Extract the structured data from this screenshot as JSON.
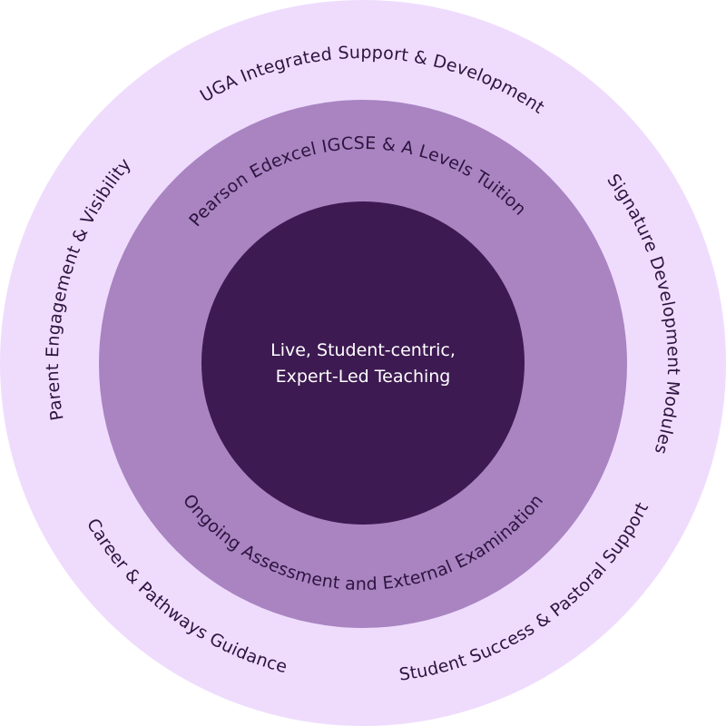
{
  "colors": {
    "outer_ring": "#efdcfd",
    "middle_ring": "#a984c1",
    "inner_core": "#3d1a52",
    "label_text": "#2e1440",
    "center_text": "#ffffff"
  },
  "core": {
    "line1": "Live, Student-centric,",
    "line2": "Expert-Led Teaching"
  },
  "middle_ring": {
    "labels": [
      {
        "text": "Pearson Edexcel IGCSE & A Levels Tuition",
        "position": "top"
      },
      {
        "text": "Ongoing Assessment and External Examination",
        "position": "bottom"
      }
    ]
  },
  "outer_ring": {
    "labels": [
      {
        "text": "UGA Integrated Support & Development",
        "position": "top"
      },
      {
        "text": "Signature Development Modules",
        "position": "right"
      },
      {
        "text": "Student Success & Pastoral Support",
        "position": "bottom-right"
      },
      {
        "text": "Career & Pathways Guidance",
        "position": "bottom-left"
      },
      {
        "text": "Parent Engagement & Visibility",
        "position": "left"
      }
    ]
  }
}
